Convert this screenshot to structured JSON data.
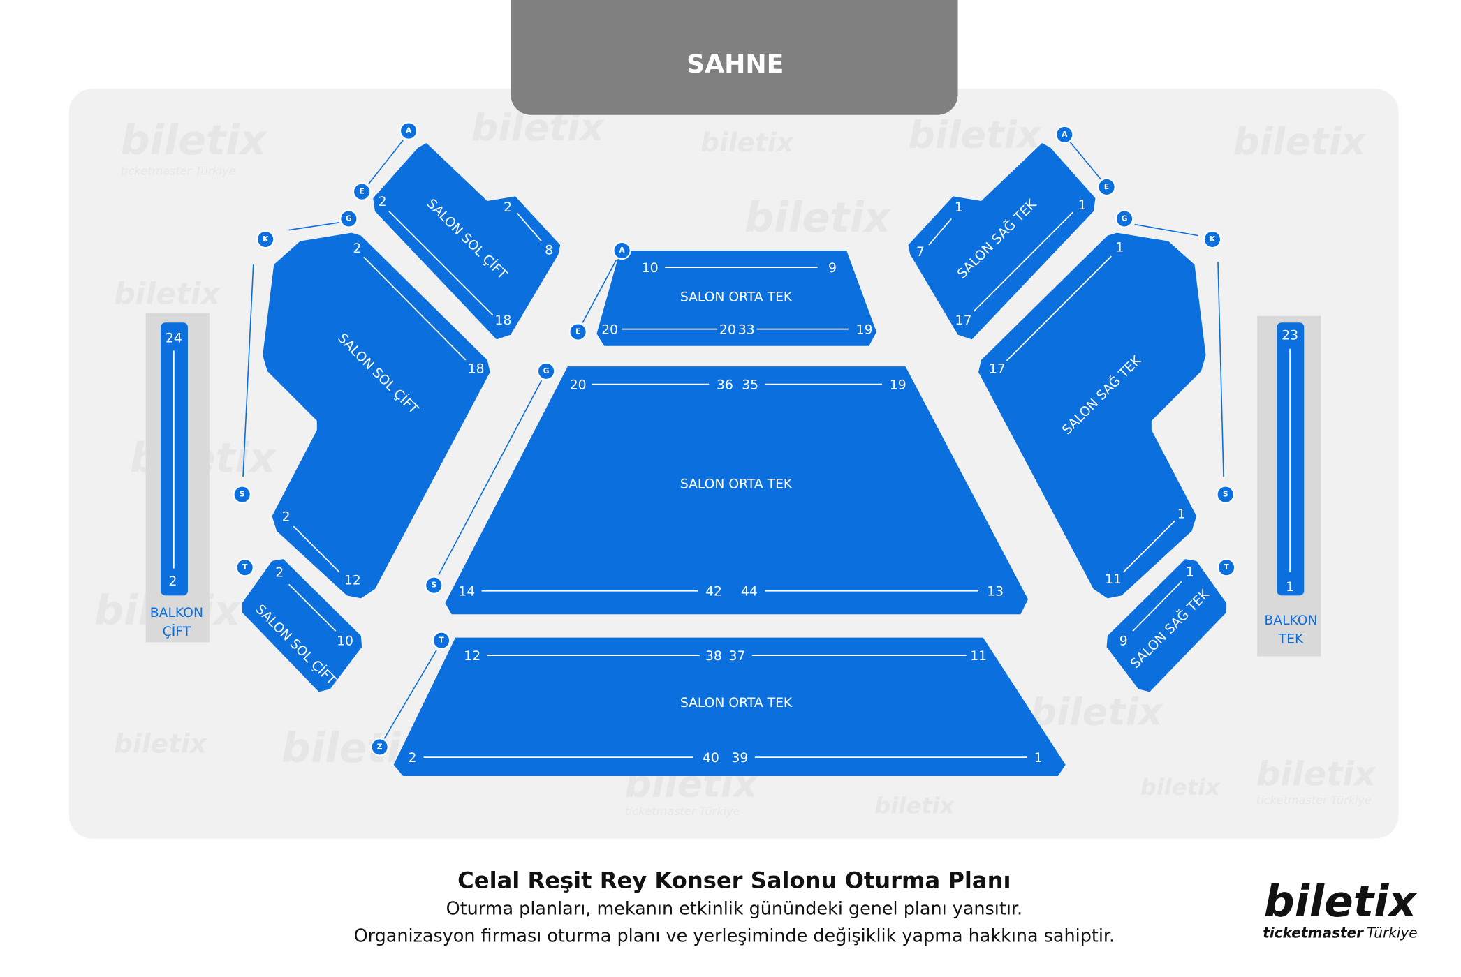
{
  "stage": {
    "label": "SAHNE"
  },
  "colors": {
    "section": "#0b6fde",
    "stage": "#808080",
    "panel": "#f1f1f1",
    "balcony_bg": "#d9d9d9"
  },
  "watermark": {
    "brand": "biletix",
    "sub": "ticketmaster Türkiye"
  },
  "sections": {
    "sol_cift_top": {
      "name": "SALON SOL ÇİFT",
      "a": "2",
      "b": "18",
      "c": "2",
      "d": "8"
    },
    "sol_cift_mid": {
      "name": "SALON SOL ÇİFT",
      "a": "2",
      "b": "18",
      "c": "2",
      "d": "12"
    },
    "sol_cift_low": {
      "name": "SALON SOL ÇİFT",
      "a": "2",
      "b": "10"
    },
    "sag_tek_top": {
      "name": "SALON SAĞ TEK",
      "a": "1",
      "b": "7",
      "c": "1",
      "d": "17"
    },
    "sag_tek_mid": {
      "name": "SALON SAĞ TEK",
      "a": "1",
      "b": "17",
      "c": "1",
      "d": "11"
    },
    "sag_tek_low": {
      "name": "SALON SAĞ TEK",
      "a": "1",
      "b": "9"
    },
    "orta_top": {
      "name": "SALON ORTA TEK",
      "r1": [
        "10",
        "9"
      ],
      "r2": [
        "20",
        "20",
        "33",
        "19"
      ]
    },
    "orta_mid": {
      "name": "SALON ORTA TEK",
      "r1": [
        "20",
        "36",
        "35",
        "19"
      ],
      "r2": [
        "14",
        "42",
        "44",
        "13"
      ]
    },
    "orta_low": {
      "name": "SALON ORTA TEK",
      "r1": [
        "12",
        "38",
        "37",
        "11"
      ],
      "r2": [
        "2",
        "40",
        "39",
        "1"
      ]
    },
    "balkon_cift": {
      "line1": "BALKON",
      "line2": "ÇİFT",
      "top": "24",
      "bottom": "2"
    },
    "balkon_tek": {
      "line1": "BALKON",
      "line2": "TEK",
      "top": "23",
      "bottom": "1"
    }
  },
  "row_markers": {
    "left": [
      "A",
      "E",
      "G",
      "K",
      "S",
      "T"
    ],
    "center": [
      "A",
      "E",
      "G",
      "S",
      "T",
      "Z"
    ],
    "right": [
      "A",
      "E",
      "G",
      "K",
      "S",
      "T"
    ]
  },
  "footer": {
    "title": "Celal Reşit Rey Konser Salonu Oturma Planı",
    "line1": "Oturma planları, mekanın etkinlik günündeki genel planı yansıtır.",
    "line2": "Organizasyon firması oturma planı ve yerleşiminde değişiklik yapma hakkına sahiptir."
  },
  "logo": {
    "brand": "biletix",
    "sub": "ticketmaster",
    "region": "Türkiye"
  }
}
